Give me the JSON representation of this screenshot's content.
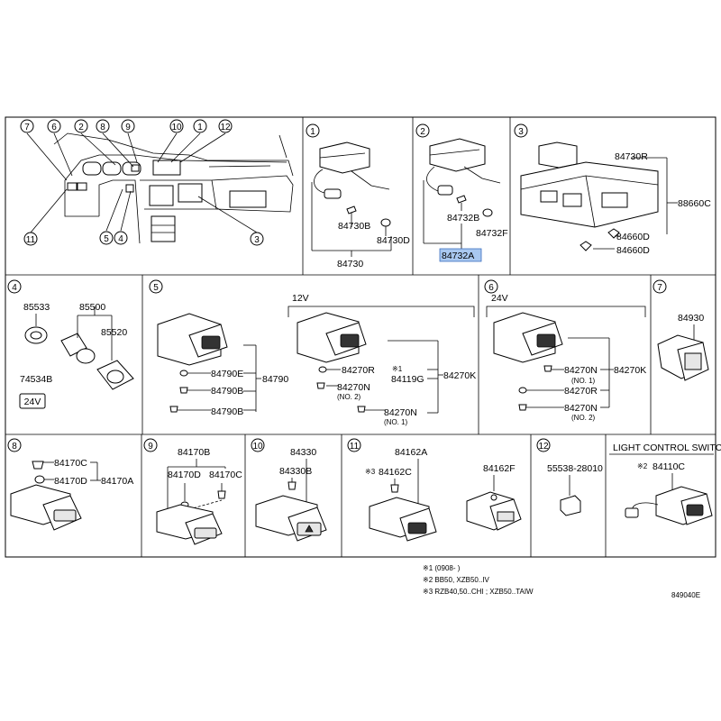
{
  "page": {
    "diagram_code": "849040E"
  },
  "panels": {
    "p1": {
      "index": "1",
      "labels": {
        "a": "84730B",
        "b": "84730D",
        "c": "84730"
      }
    },
    "p2": {
      "index": "2",
      "labels": {
        "a": "84732B",
        "b": "84732F",
        "c": "84732A"
      }
    },
    "p3": {
      "index": "3",
      "labels": {
        "a": "84730R",
        "b": "88660C",
        "c": "84660D",
        "d": "84660D"
      }
    },
    "p4": {
      "index": "4",
      "labels": {
        "a": "85533",
        "b": "85500",
        "c": "85520",
        "d": "74534B",
        "e": "24V"
      }
    },
    "p5": {
      "index": "5",
      "voltage": "12V",
      "labels": {
        "a": "84790E",
        "b": "84790B",
        "c": "84790B",
        "d": "84790",
        "e": "84270R",
        "f": "※1",
        "g": "84119G",
        "h": "84270K",
        "i": "84270N",
        "j": "(NO. 2)",
        "k": "84270N",
        "l": "(NO. 1)"
      }
    },
    "p6": {
      "index": "6",
      "voltage": "24V",
      "labels": {
        "a": "84270N",
        "b": "(NO. 1)",
        "c": "84270K",
        "d": "84270R",
        "e": "84270N",
        "f": "(NO. 2)"
      }
    },
    "p7": {
      "index": "7",
      "labels": {
        "a": "84930"
      }
    },
    "p8": {
      "index": "8",
      "labels": {
        "a": "84170C",
        "b": "84170D",
        "c": "84170A"
      }
    },
    "p9": {
      "index": "9",
      "labels": {
        "a": "84170B",
        "b": "84170D",
        "c": "84170C"
      }
    },
    "p10": {
      "index": "10",
      "labels": {
        "a": "84330",
        "b": "84330B"
      }
    },
    "p11": {
      "index": "11",
      "labels": {
        "a": "84162A",
        "b": "※3",
        "c": "84162C",
        "d": "84162F"
      }
    },
    "p12": {
      "index": "12",
      "labels": {
        "a": "55538-28010"
      }
    },
    "p13": {
      "title": "LIGHT CONTROL SWITCH",
      "labels": {
        "a": "※2",
        "b": "84110C"
      }
    }
  },
  "overview_callouts": [
    "7",
    "6",
    "2",
    "8",
    "9",
    "10",
    "1",
    "12",
    "11",
    "5",
    "4",
    "3"
  ],
  "notes": [
    "※1 (0908-        )",
    "※2 BB50, XZB50..IV",
    "※3 RZB40,50..CHI ; XZB50..TAIW"
  ],
  "highlight_color": "#a9c8f0"
}
